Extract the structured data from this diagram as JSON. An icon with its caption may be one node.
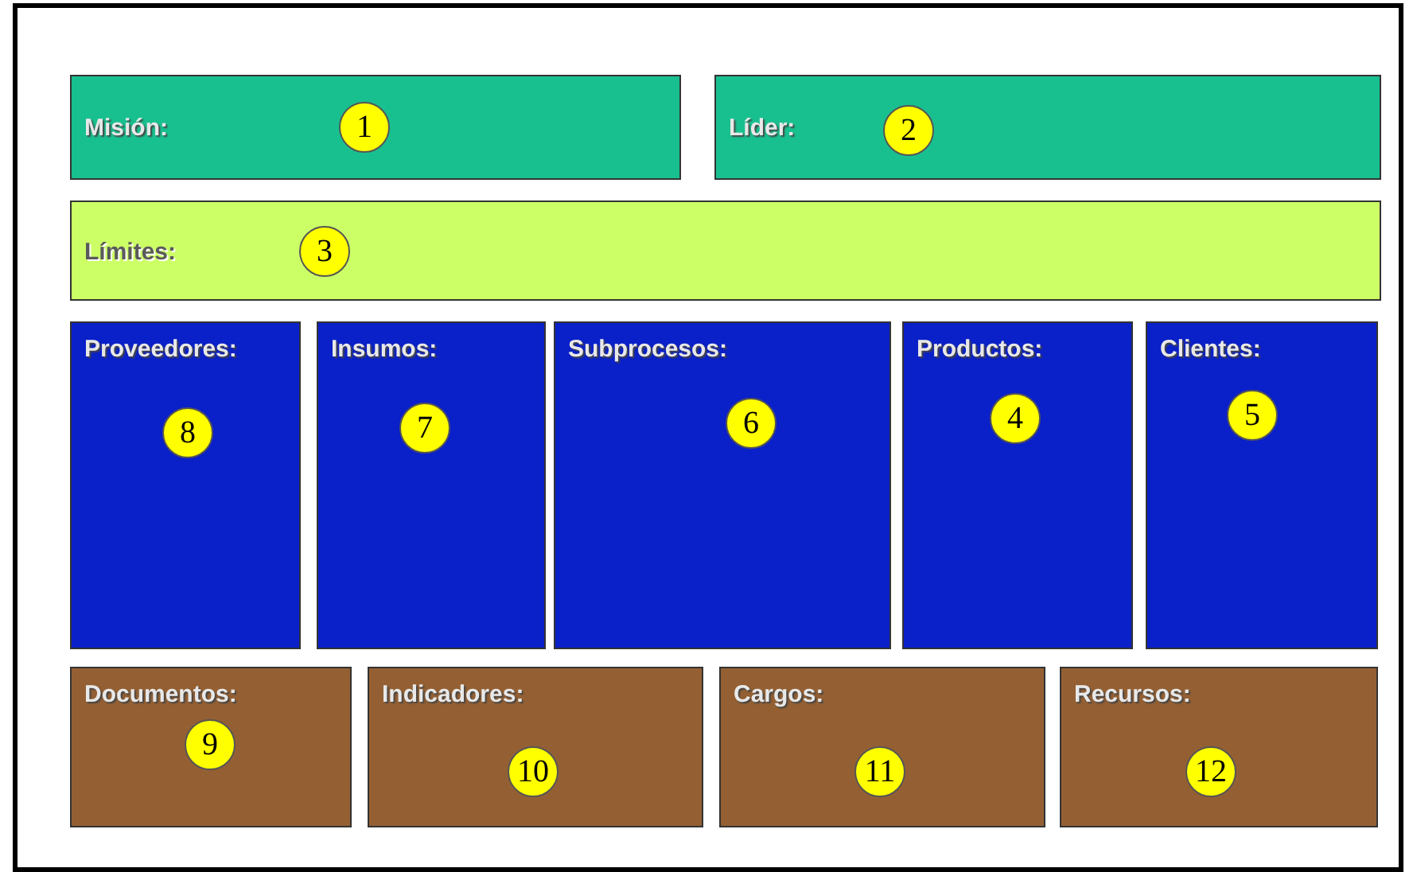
{
  "diagram": {
    "nodes": [
      {
        "text": [
          "Misión:"
        ]
      },
      {
        "text": [
          "1"
        ],
        "in": 0
      },
      {
        "text": [
          "Líder:"
        ]
      },
      {
        "text": [
          "2"
        ],
        "in": 2
      },
      {
        "text": [
          "Límites:"
        ]
      },
      {
        "text": [
          "3"
        ],
        "in": 4
      },
      {
        "text": [
          "Proveedores:"
        ]
      },
      {
        "text": [
          "8"
        ],
        "in": 6
      },
      {
        "text": [
          "Insumos:"
        ]
      },
      {
        "text": [
          "7"
        ],
        "in": 8
      },
      {
        "text": [
          "Subprocesos:"
        ]
      },
      {
        "text": [
          "6"
        ],
        "in": 10
      },
      {
        "text": [
          "Productos:"
        ]
      },
      {
        "text": [
          "4"
        ],
        "in": 12
      },
      {
        "text": [
          "Clientes:"
        ]
      },
      {
        "text": [
          "5"
        ],
        "in": 14
      },
      {
        "text": [
          "Documentos:"
        ]
      },
      {
        "text": [
          "9"
        ],
        "in": 16
      },
      {
        "text": [
          "Indicadores:"
        ]
      },
      {
        "text": [
          "10"
        ],
        "in": 18
      },
      {
        "text": [
          "Cargos:"
        ]
      },
      {
        "text": [
          "11"
        ],
        "in": 20
      },
      {
        "text": [
          "Recursos:"
        ]
      },
      {
        "text": [
          "12"
        ],
        "in": 22
      }
    ]
  }
}
